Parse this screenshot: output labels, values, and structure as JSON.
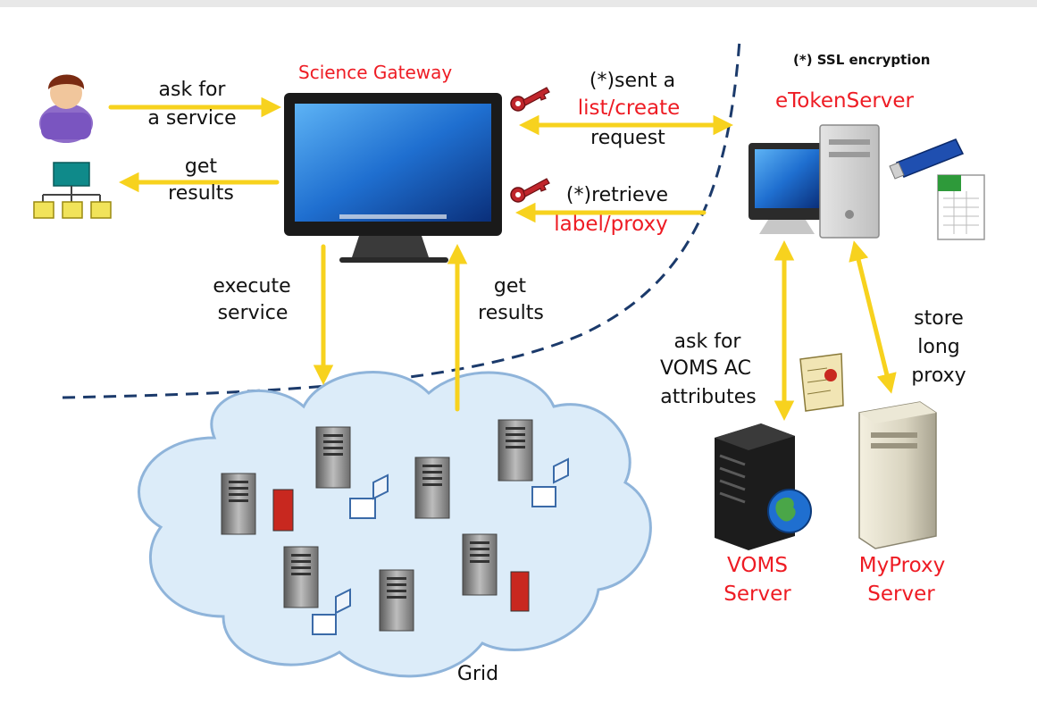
{
  "labels": {
    "science_gateway": "Science Gateway",
    "ssl_note": "(*) SSL encryption",
    "etoken_server": "eTokenServer",
    "ask_service_1": "ask for",
    "ask_service_2": "a service",
    "get_results_left_1": "get",
    "get_results_left_2": "results",
    "sent_prefix": "(*)sent a",
    "list_create": "list/create",
    "request": "request",
    "retrieve_prefix": "(*)retrieve",
    "label_proxy": "label/proxy",
    "execute_1": "execute",
    "execute_2": "service",
    "get_results_mid_1": "get",
    "get_results_mid_2": "results",
    "ask_voms_1": "ask for",
    "ask_voms_2": "VOMS AC",
    "ask_voms_3": "attributes",
    "store_1": "store",
    "store_2": "long",
    "store_3": "proxy",
    "voms_server_1": "VOMS",
    "voms_server_2": "Server",
    "myproxy_server_1": "MyProxy",
    "myproxy_server_2": "Server",
    "grid": "Grid"
  },
  "colors": {
    "arrow": "#f7d21e",
    "red_text": "#ee1c24",
    "dashed_line": "#1b3a6b",
    "cloud_fill": "#dcecf9",
    "cloud_stroke": "#8fb4da"
  }
}
